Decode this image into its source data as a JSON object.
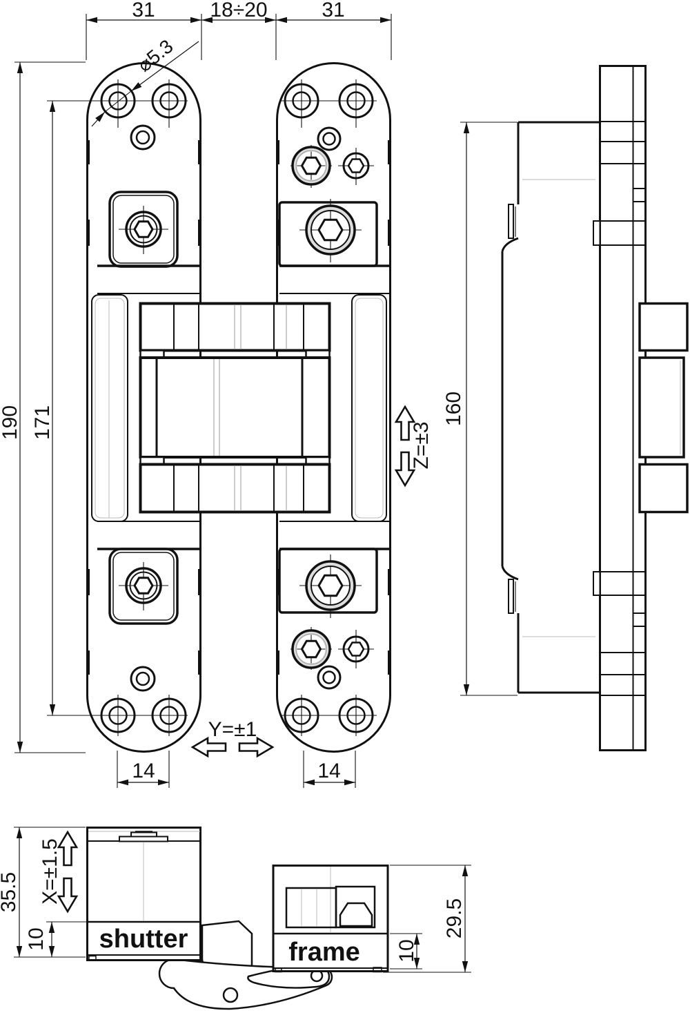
{
  "drawing": {
    "type": "technical drawing",
    "subject": "concealed hinge - front view, side profile and horizontal section",
    "colors": {
      "line": "#111111",
      "faint": "#bbbbbb",
      "background": "#ffffff"
    },
    "front_view": {
      "dim_left_leaf_width": "31",
      "dim_center_gap": "18÷20",
      "dim_right_leaf_width": "31",
      "dim_hole_diameter": "⌀5.3",
      "dim_total_height": "190",
      "dim_hole_span": "171",
      "dim_left_foot": "14",
      "dim_right_foot": "14",
      "adj_vertical": "Z=±3",
      "adj_lateral": "Y=±1"
    },
    "side_view": {
      "dim_height": "160"
    },
    "section_view": {
      "dim_shutter_depth": "35.5",
      "adj_depth": "X=±1.5",
      "dim_shutter_plate": "10",
      "label_shutter": "shutter",
      "label_frame": "frame",
      "dim_frame_plate": "10",
      "dim_frame_depth": "29.5"
    }
  }
}
